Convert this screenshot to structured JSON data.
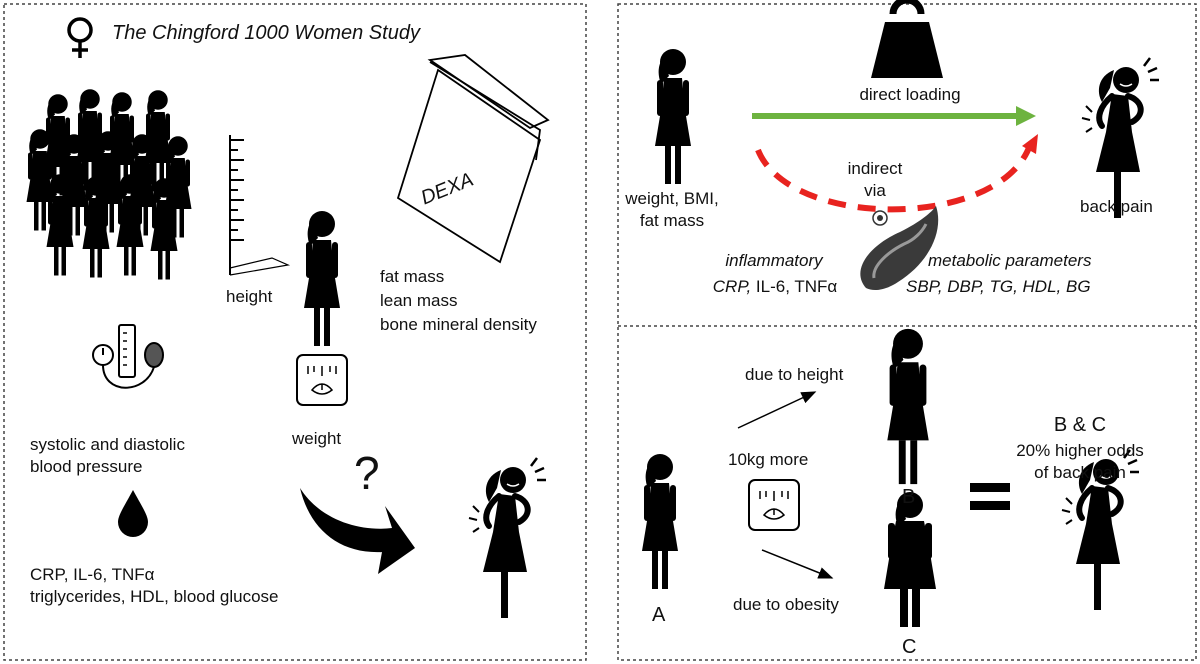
{
  "left_panel": {
    "title": "The Chingford 1000 Women Study",
    "height_label": "height",
    "weight_label": "weight",
    "dexa_label": "DEXA",
    "body_composition": [
      "fat mass",
      "lean mass",
      "bone mineral density"
    ],
    "blood_pressure": [
      "systolic and diastolic",
      "blood pressure"
    ],
    "blood_markers": [
      "CRP, IL-6, TNFα",
      "triglycerides, HDL, blood glucose"
    ],
    "question_mark": "?"
  },
  "top_right_panel": {
    "exposure": [
      "weight, BMI,",
      "fat mass"
    ],
    "direct_label": "direct loading",
    "indirect_label": [
      "indirect",
      "via"
    ],
    "outcome": "back pain",
    "inflammatory_title": "inflammatory",
    "inflammatory_markers": {
      "crp": "CRP,",
      "rest": " IL-6, TNFα"
    },
    "metabolic_title": "metabolic parameters",
    "metabolic_markers": "SBP, DBP, TG, HDL, BG",
    "colors": {
      "direct_arrow": "#6db33f",
      "indirect_arrow": "#e8231f"
    }
  },
  "bottom_right_panel": {
    "label_a": "A",
    "label_b": "B",
    "label_c": "C",
    "weight_gain": "10kg more",
    "due_height": "due to height",
    "due_obesity": "due to obesity",
    "result": [
      "B & C",
      "20% higher odds",
      "of back pain"
    ]
  }
}
